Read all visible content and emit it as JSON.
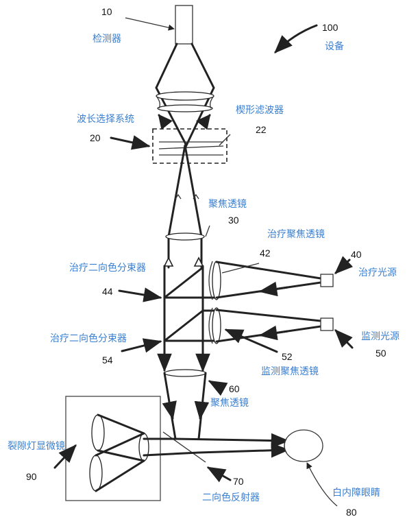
{
  "colors": {
    "label": "#3a7fd0",
    "number": "#111111",
    "line": "#222222"
  },
  "labels": {
    "detector": {
      "num": "10",
      "text": "检测器"
    },
    "device": {
      "num": "100",
      "text": "设备"
    },
    "wavelength_system": {
      "num": "20",
      "text": "波长选择系统"
    },
    "wedge_filter": {
      "num": "22",
      "text": "楔形滤波器"
    },
    "focus_lens_30": {
      "num": "30",
      "text": "聚焦透镜"
    },
    "treatment_focus_lens": {
      "num": "42",
      "text": "治疗聚焦透镜"
    },
    "treatment_light": {
      "num": "40",
      "text": "治疗光源"
    },
    "treatment_splitter_44": {
      "num": "44",
      "text": "治疗二向色分束器"
    },
    "treatment_splitter_54": {
      "num": "54",
      "text": "治疗二向色分束器"
    },
    "monitor_light": {
      "num": "50",
      "text": "监测光源"
    },
    "monitor_focus_lens": {
      "num": "52",
      "text": "监测聚焦透镜"
    },
    "focus_lens_60": {
      "num": "60",
      "text": "聚焦透镜"
    },
    "slit_lamp": {
      "num": "90",
      "text": "裂隙灯显微镜"
    },
    "dichroic_mirror": {
      "num": "70",
      "text": "二向色反射器"
    },
    "cataract_eye": {
      "num": "80",
      "text": "白内障眼睛"
    }
  }
}
